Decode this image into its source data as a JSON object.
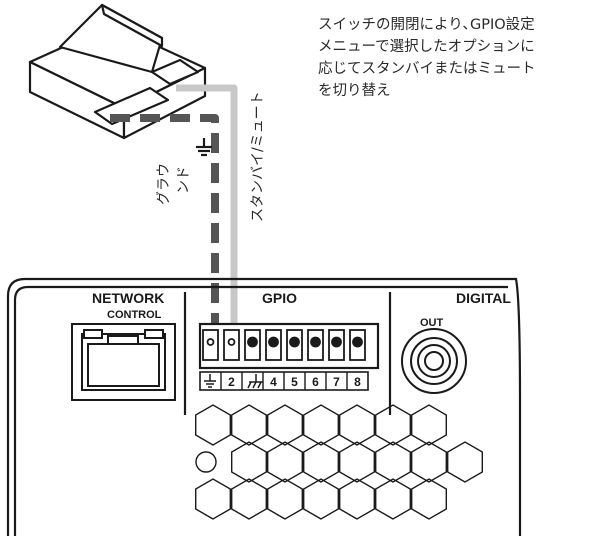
{
  "caption": {
    "line1": "スイッチの開閉により､GPIO設定",
    "line2": "メニューで選択したオプションに",
    "line3": "応じてスタンバイまたはミュート",
    "line4": "を切り替え"
  },
  "labels": {
    "ground_col1": "グラウ",
    "ground_col2": "ンド",
    "standby_mute": "スタンバイ/ミュート"
  },
  "panel": {
    "network": "NETWORK",
    "control": "CONTROL",
    "gpio": "GPIO",
    "digital": "DIGITAL",
    "out": "OUT"
  },
  "terminals": {
    "numbers": [
      "2",
      "4",
      "5",
      "6",
      "7",
      "8"
    ]
  },
  "colors": {
    "ground_wire": "#555555",
    "signal_wire": "#c8c8c8",
    "outline": "#1a1a1a"
  },
  "icons": {
    "ground": "ground-symbol-icon",
    "chassis": "chassis-ground-icon"
  }
}
